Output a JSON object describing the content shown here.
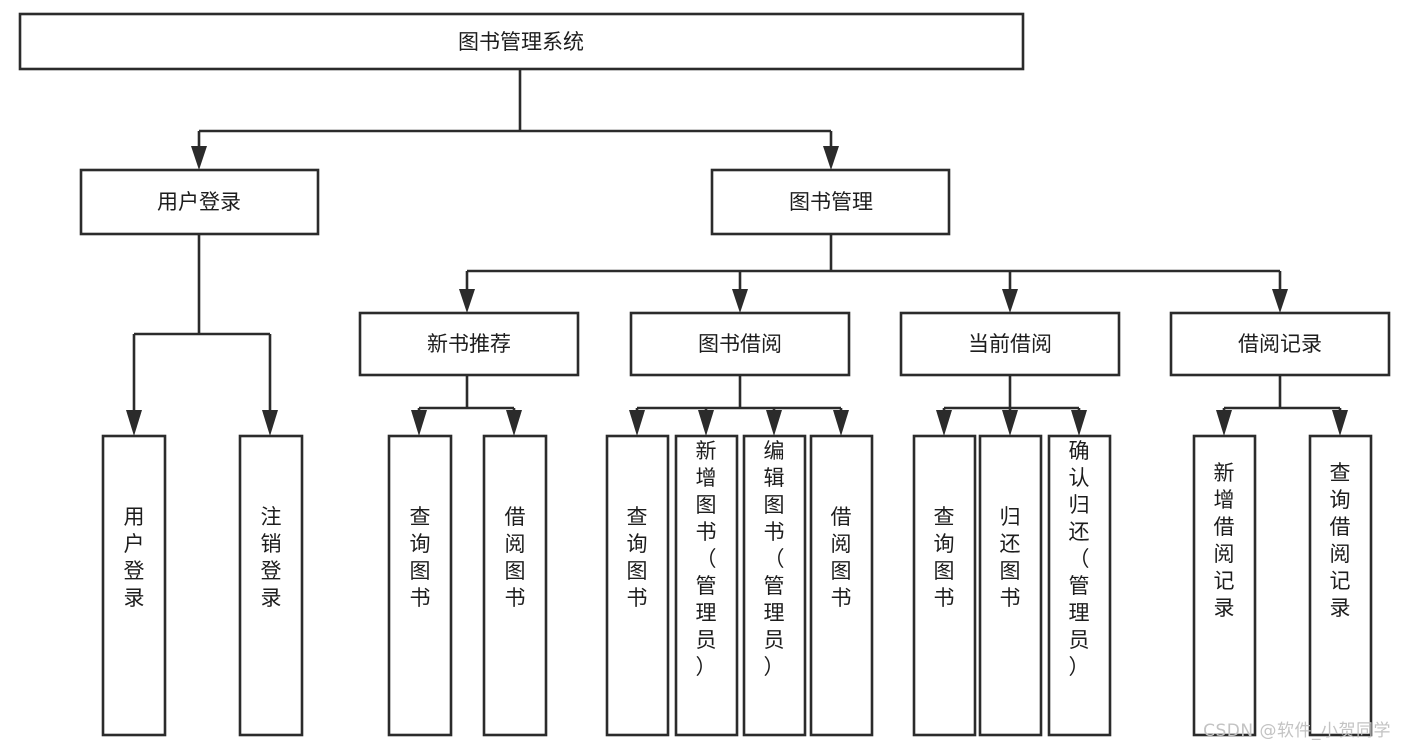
{
  "diagram": {
    "title": "图书管理系统",
    "watermark": "CSDN @软件_小贺同学",
    "colors": {
      "background": "#ffffff",
      "stroke": "#2b2b2b",
      "node_fill": "#ffffff",
      "text": "#1d1d1d",
      "watermark": "#c3c3c3"
    },
    "root": {
      "id": "root",
      "label": "图书管理系统"
    },
    "level1": [
      {
        "id": "user-login",
        "label": "用户登录"
      },
      {
        "id": "book-manage",
        "label": "图书管理"
      }
    ],
    "level2": [
      {
        "id": "new-book-recommend",
        "label": "新书推荐",
        "parent": "book-manage"
      },
      {
        "id": "book-borrow",
        "label": "图书借阅",
        "parent": "book-manage"
      },
      {
        "id": "current-borrow",
        "label": "当前借阅",
        "parent": "book-manage"
      },
      {
        "id": "borrow-record",
        "label": "借阅记录",
        "parent": "book-manage"
      }
    ],
    "leaves": [
      {
        "id": "leaf-user-login",
        "label": "用户登录",
        "parent": "user-login"
      },
      {
        "id": "leaf-user-logout",
        "label": "注销登录",
        "parent": "user-login"
      },
      {
        "id": "leaf-query-book-recommend",
        "label": "查询图书",
        "parent": "new-book-recommend"
      },
      {
        "id": "leaf-borrow-book-recommend",
        "label": "借阅图书",
        "parent": "new-book-recommend"
      },
      {
        "id": "leaf-query-book-borrow",
        "label": "查询图书",
        "parent": "book-borrow"
      },
      {
        "id": "leaf-add-book-admin",
        "label": "新增图书（管理员）",
        "parent": "book-borrow"
      },
      {
        "id": "leaf-edit-book-admin",
        "label": "编辑图书（管理员）",
        "parent": "book-borrow"
      },
      {
        "id": "leaf-borrow-book",
        "label": "借阅图书",
        "parent": "book-borrow"
      },
      {
        "id": "leaf-query-book-current",
        "label": "查询图书",
        "parent": "current-borrow"
      },
      {
        "id": "leaf-return-book",
        "label": "归还图书",
        "parent": "current-borrow"
      },
      {
        "id": "leaf-confirm-return-admin",
        "label": "确认归还（管理员）",
        "parent": "current-borrow"
      },
      {
        "id": "leaf-add-borrow-record",
        "label": "新增借阅记录",
        "parent": "borrow-record"
      },
      {
        "id": "leaf-query-borrow-record",
        "label": "查询借阅记录",
        "parent": "borrow-record"
      }
    ]
  }
}
